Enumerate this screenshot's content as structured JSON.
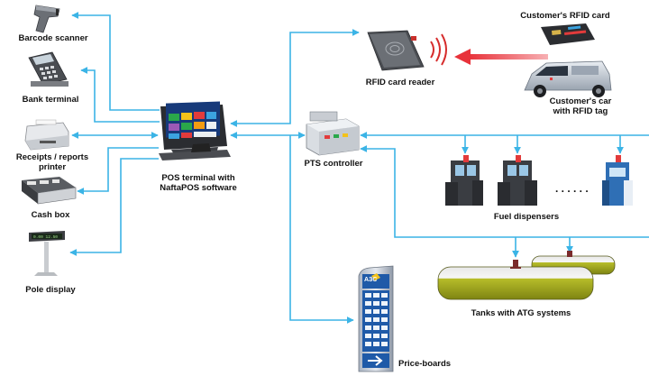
{
  "labels": {
    "barcode_scanner": "Barcode scanner",
    "bank_terminal": "Bank terminal",
    "receipts_printer_line1": "Receipts / reports",
    "receipts_printer_line2": "printer",
    "cash_box": "Cash box",
    "pole_display": "Pole display",
    "pos_terminal_line1": "POS terminal with",
    "pos_terminal_line2": "NaftaPOS software",
    "rfid_reader": "RFID card reader",
    "customer_rfid_card": "Customer's RFID card",
    "customer_car_line1": "Customer's car",
    "customer_car_line2": "with RFID tag",
    "pts_controller": "PTS controller",
    "fuel_dispensers": "Fuel dispensers",
    "dispenser_ellipsis": ". . . . . .",
    "tanks": "Tanks with ATG systems",
    "price_boards": "Price-boards",
    "price_board_brand": "АЗС"
  },
  "colors": {
    "connector": "#3bb4e6",
    "rfid_arrow": "#e8323a",
    "tank_fill": "#9aa318",
    "sign_blue": "#1f5aa8",
    "screen_green": "#2aa84a"
  }
}
